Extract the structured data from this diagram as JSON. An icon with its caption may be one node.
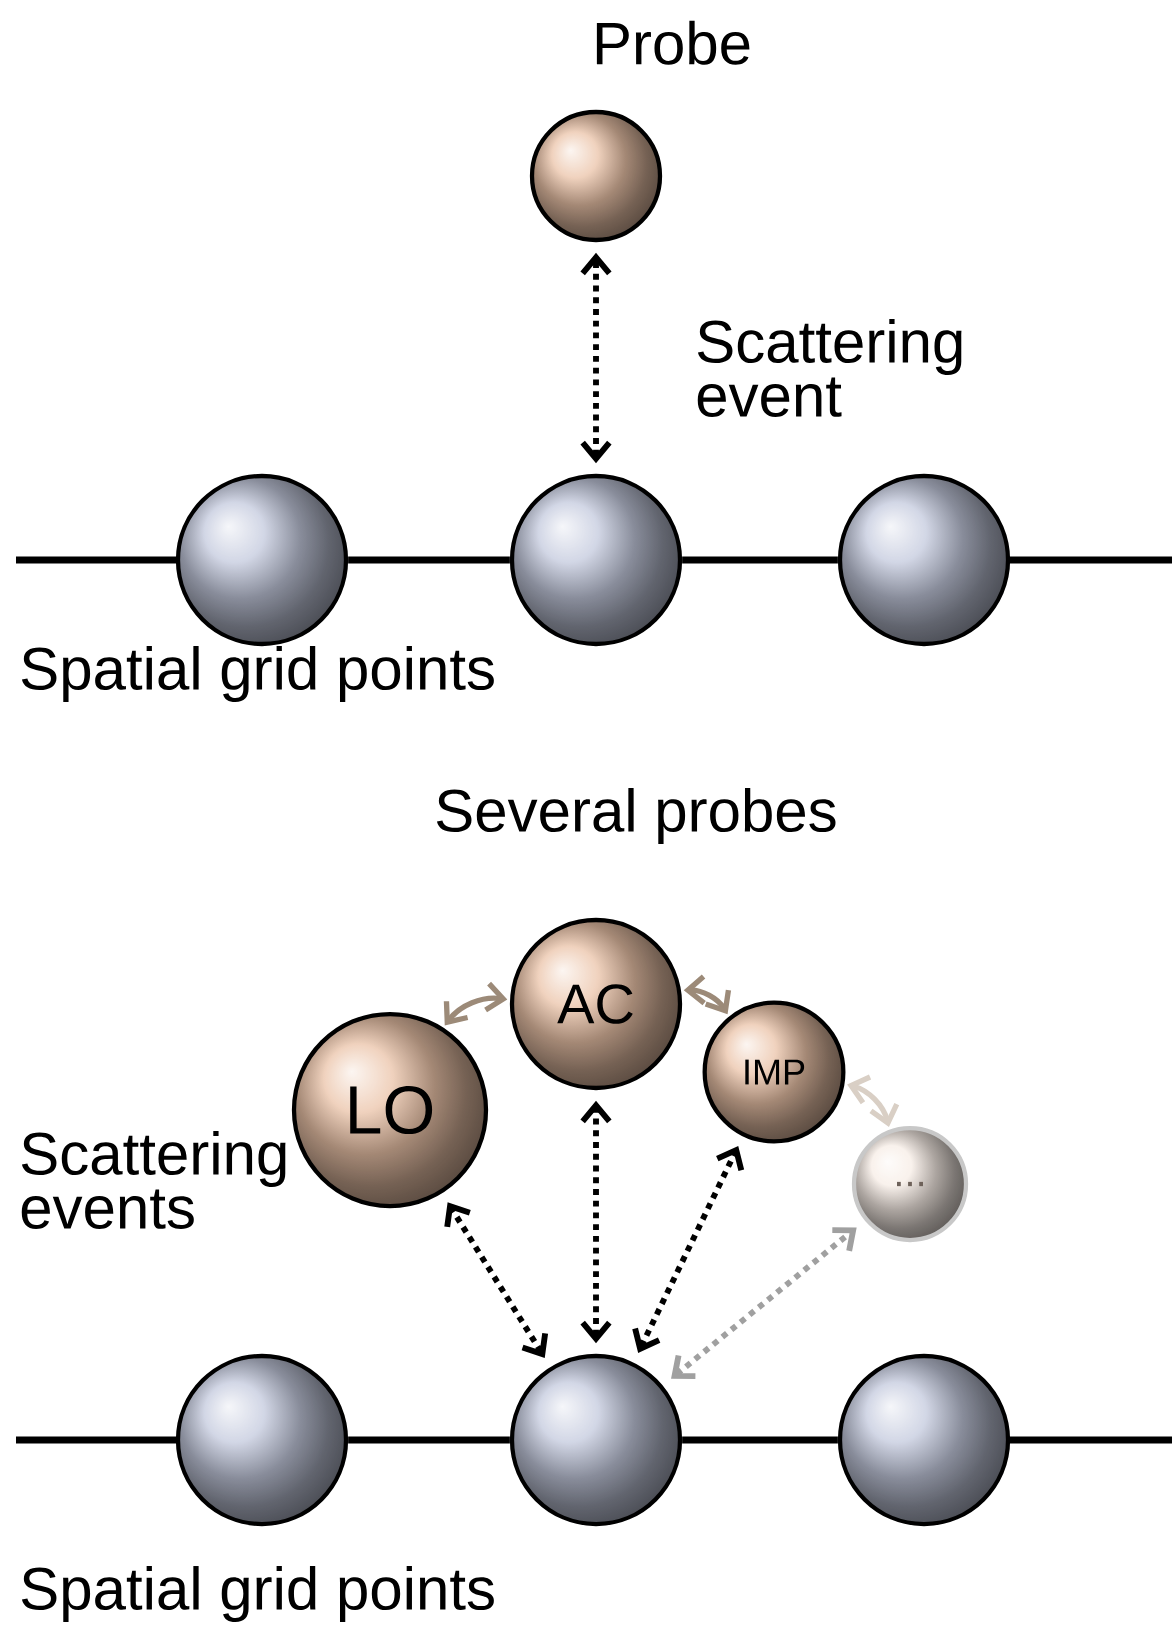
{
  "diagram": {
    "nodes": [
      {
        "text": [],
        "shape": "circle",
        "beside": [
          "Probe"
        ]
      },
      {
        "text": [],
        "shape": "circle"
      },
      {
        "text": [],
        "shape": "circle"
      },
      {
        "text": [],
        "shape": "circle"
      },
      {
        "text": [
          "LO"
        ]
      },
      {
        "text": [
          "AC"
        ]
      },
      {
        "text": [
          "IMP"
        ]
      },
      {
        "text": [
          "..."
        ]
      },
      {
        "text": [],
        "shape": "circle"
      },
      {
        "text": [],
        "shape": "circle"
      },
      {
        "text": [],
        "shape": "circle"
      }
    ],
    "edges": [
      {
        "from": 1,
        "to": 2,
        "arrow": "none"
      },
      {
        "from": 2,
        "to": 3,
        "arrow": "none"
      },
      {
        "from": 2,
        "to": 0,
        "arrow": "both",
        "style": "dashed",
        "label": "Scattering event"
      },
      {
        "from": 5,
        "to": 4,
        "arrow": "both",
        "color": "#9c8a78"
      },
      {
        "from": 5,
        "to": 6,
        "arrow": "both",
        "color": "#9c8a78"
      },
      {
        "from": 6,
        "to": 7,
        "arrow": "both",
        "color": "#d9cfc5"
      },
      {
        "from": 9,
        "to": 4,
        "arrow": "both",
        "style": "dashed"
      },
      {
        "from": 9,
        "to": 5,
        "arrow": "both",
        "style": "dashed"
      },
      {
        "from": 9,
        "to": 6,
        "arrow": "both",
        "style": "dashed"
      },
      {
        "from": 9,
        "to": 7,
        "arrow": "both",
        "style": "dashed",
        "color": "#a0a0a0"
      },
      {
        "from": 8,
        "to": 9,
        "arrow": "none"
      },
      {
        "from": 9,
        "to": 10,
        "arrow": "none"
      }
    ],
    "labels": [
      "Spatial grid points",
      "Several probes",
      "Scattering events",
      "Spatial grid points"
    ]
  }
}
